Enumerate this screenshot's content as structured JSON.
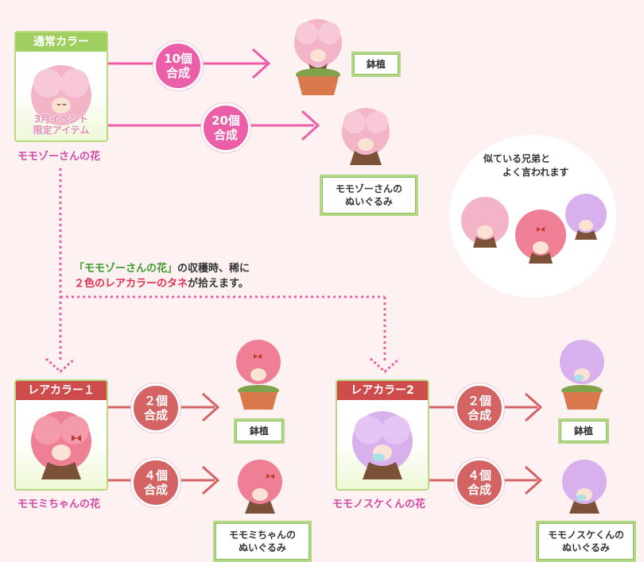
{
  "normal_card": {
    "header": "通常カラー",
    "event_line1": "3月イベント",
    "event_line2": "限定アイテム",
    "name": "モモゾーさんの花"
  },
  "rare1_card": {
    "header": "レアカラー１",
    "name": "モモミちゃんの花"
  },
  "rare2_card": {
    "header": "レアカラー2",
    "name": "モモノスケくんの花"
  },
  "steps": {
    "n10": {
      "count": "10個",
      "action": "合成"
    },
    "n20": {
      "count": "20個",
      "action": "合成"
    },
    "r1_2": {
      "count": "２個",
      "action": "合成"
    },
    "r1_4": {
      "count": "４個",
      "action": "合成"
    },
    "r2_2": {
      "count": "２個",
      "action": "合成"
    },
    "r2_4": {
      "count": "４個",
      "action": "合成"
    }
  },
  "results": {
    "pot_normal": "鉢植",
    "plush_normal_line1": "モモゾーさんの",
    "plush_normal_line2": "ぬいぐるみ",
    "pot_r1": "鉢植",
    "plush_r1_line1": "モモミちゃんの",
    "plush_r1_line2": "ぬいぐるみ",
    "pot_r2": "鉢植",
    "plush_r2_line1": "モモノスケくんの",
    "plush_r2_line2": "ぬいぐるみ"
  },
  "note": {
    "part1": "「モモゾーさんの花」",
    "part2": "の収穫時、稀に",
    "part3": "２色のレアカラーのタネ",
    "part4": "が拾えます。"
  },
  "bubble": {
    "line1": "似ている兄弟と",
    "line2": "よく言われます"
  },
  "colors": {
    "pink_flower": "#f3b4c8",
    "coral_flower": "#ee7f95",
    "lavender_flower": "#d8b0ee",
    "arrow_pink": "#ea5fa7",
    "arrow_red": "#d46363",
    "green_frame": "#b2d887"
  }
}
